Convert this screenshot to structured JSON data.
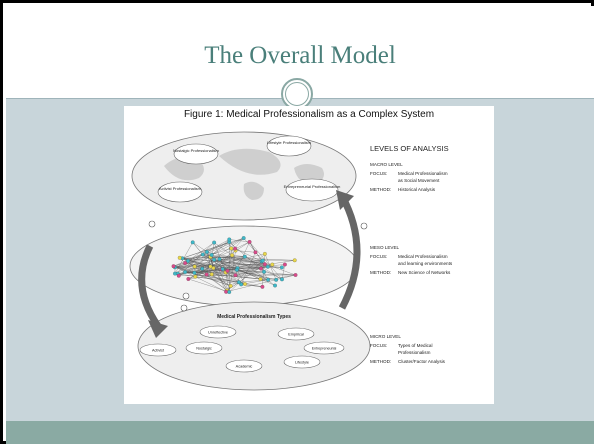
{
  "slide": {
    "title": "The Overall Model"
  },
  "figure": {
    "title": "Figure 1: Medical Professionalism as a Complex System",
    "levels_heading": "LEVELS OF ANALYSIS",
    "macro": {
      "level": "MACRO LEVEL",
      "focus_label": "FOCUS:",
      "focus_line1": "Medical Professionalism",
      "focus_line2": "as Social Movement",
      "method_label": "METHOD:",
      "method": "Historical Analysis",
      "ellipses": [
        "Nostalgic Professionalism",
        "Lifestyle Professionalism",
        "Activist Professionalism",
        "Entrepreneurial Professionalism"
      ]
    },
    "meso": {
      "level": "MESO LEVEL",
      "focus_label": "FOCUS:",
      "focus_line1": "Medical Professionalism",
      "focus_line2": "and learning environments",
      "method_label": "METHOD:",
      "method": "New Science of Networks"
    },
    "micro": {
      "level": "MICRO LEVEL",
      "focus_label": "FOCUS:",
      "focus_line1": "Types of Medical",
      "focus_line2": "Professionalism",
      "method_label": "METHOD:",
      "method": "Cluster/Factor Analysis",
      "types_title": "Medical Professionalism Types",
      "types": [
        "Unreflective",
        "Empirical",
        "Activist",
        "Nostalgic",
        "Entrepreneurial",
        "Academic",
        "Lifestyle"
      ]
    }
  },
  "colors": {
    "title": "#4a7f7a",
    "body_bg": "#c8d5da",
    "footer_bg": "#8aaaa3",
    "node_cyan": "#3fb8c8",
    "node_yellow": "#e8d64a",
    "node_pink": "#d84a8a"
  }
}
